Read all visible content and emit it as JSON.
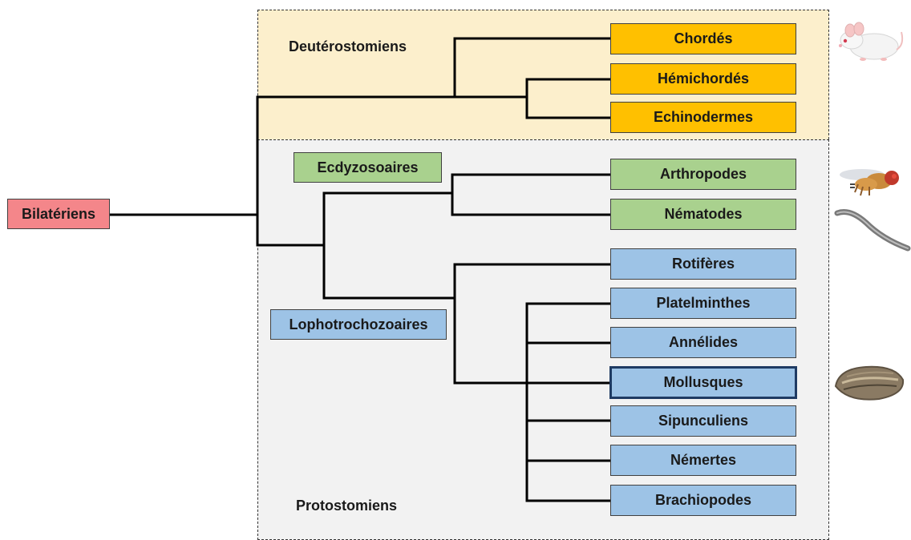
{
  "root": "Bilatériens",
  "groups": {
    "deuterostomes": "Deutérostomiens",
    "ecdysozoa": "Ecdyzosoaires",
    "lophotrochozoa": "Lophotrochozoaires",
    "protostomes": "Protostomiens"
  },
  "taxa": {
    "chordes": "Chordés",
    "hemichordes": "Hémichordés",
    "echinodermes": "Echinodermes",
    "arthropodes": "Arthropodes",
    "nematodes": "Nématodes",
    "rotiferes": "Rotifères",
    "platelminthes": "Platelminthes",
    "annelides": "Annélides",
    "mollusques": "Mollusques",
    "sipunculiens": "Sipunculiens",
    "nemertes": "Némertes",
    "brachiopodes": "Brachiopodes"
  },
  "colors": {
    "deuterostomes": "#ffc000",
    "ecdysozoa": "#a9d18e",
    "lophotrochozoa": "#9dc3e6",
    "root": "#f4868a",
    "highlight": "#1f3b63"
  },
  "pictures": [
    "mouse-icon",
    "fly-icon",
    "worm-icon",
    "oyster-icon"
  ]
}
